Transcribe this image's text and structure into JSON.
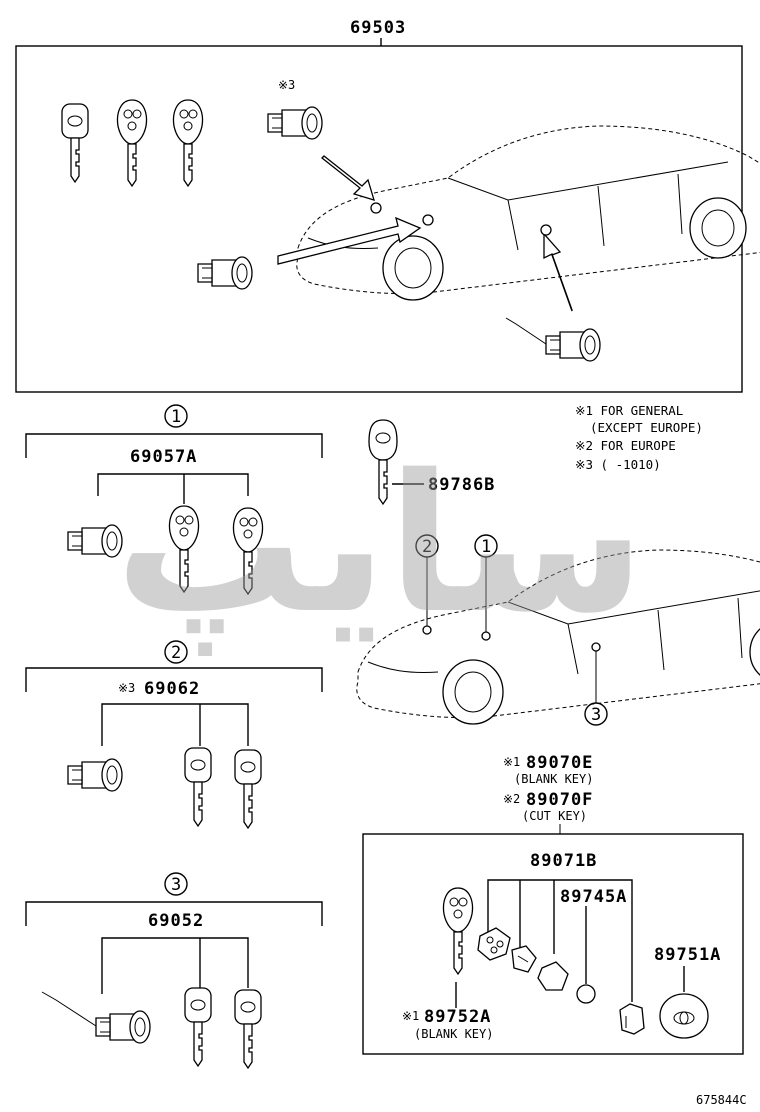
{
  "top_group": {
    "part_number": "69503",
    "note_mark": "※3"
  },
  "notes": [
    "※1 FOR GENERAL",
    "(EXCEPT EUROPE)",
    "※2 FOR EUROPE",
    "※3 (       -1010)"
  ],
  "group1": {
    "index": "1",
    "part_number": "69057A"
  },
  "group2": {
    "index": "2",
    "part_number": "69062",
    "prefix": "※3"
  },
  "group3": {
    "index": "3",
    "part_number": "69052"
  },
  "key_89786": {
    "part_number": "89786B"
  },
  "car_callouts": [
    "2",
    "1",
    "3"
  ],
  "key_blank_general": {
    "part_number": "89070E",
    "prefix": "※1",
    "desc": "(BLANK KEY)"
  },
  "key_cut_europe": {
    "part_number": "89070F",
    "prefix": "※2",
    "desc": "(CUT KEY)"
  },
  "transmitter_box": {
    "case_part": "89071B",
    "battery_part": "89745A",
    "cover_part": "89751A",
    "blank_key_part": "89752A",
    "blank_key_prefix": "※1",
    "blank_key_desc": "(BLANK KEY)"
  },
  "watermark": "سایپ",
  "figure_code": "675844C"
}
